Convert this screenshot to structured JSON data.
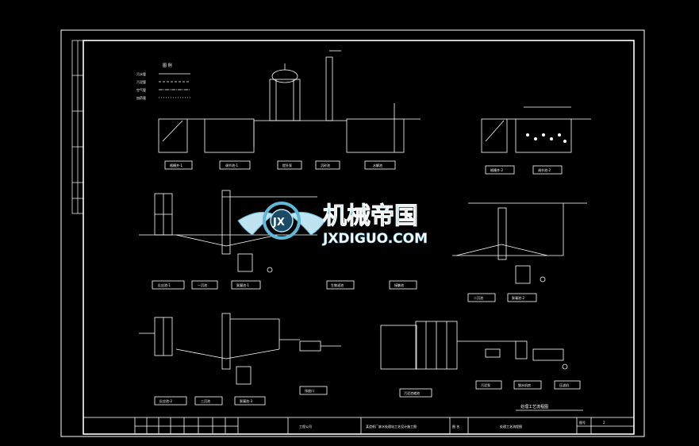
{
  "legend": {
    "title": "图 例",
    "items": [
      "污水管",
      "污泥管",
      "空气管",
      "加药管"
    ]
  },
  "row1_units": [
    "格栅井-1",
    "调节池-1",
    "提升泵",
    "沉砂池",
    "水解池",
    "格栅井-2",
    "调节池-2"
  ],
  "row2_units": [
    "反应池-1",
    "一沉池",
    "絮凝池-1",
    "生物滤池",
    "接触池",
    "二沉池",
    "絮凝池-2"
  ],
  "row3_units": [
    "反应池-2",
    "三沉池",
    "絮凝池-3",
    "排放口",
    "污泥浓缩池",
    "污泥泵",
    "脱水机房",
    "压滤机"
  ],
  "drawing_title": "处理工艺流程图",
  "watermark": {
    "cn": "机械帝国",
    "en": "JXDIGUO.COM",
    "badge": "JX"
  },
  "title_block": {
    "company": "工程公司",
    "project": "某造纸厂废水处理站工艺设计施工图",
    "drawing_label": "图 名",
    "drawing_name": "处理工艺流程图",
    "number_label": "图号",
    "number_value": "2"
  },
  "colors": {
    "background": "#000000",
    "lines": "#ffffff",
    "watermark_blue": "#5fb8d8"
  }
}
